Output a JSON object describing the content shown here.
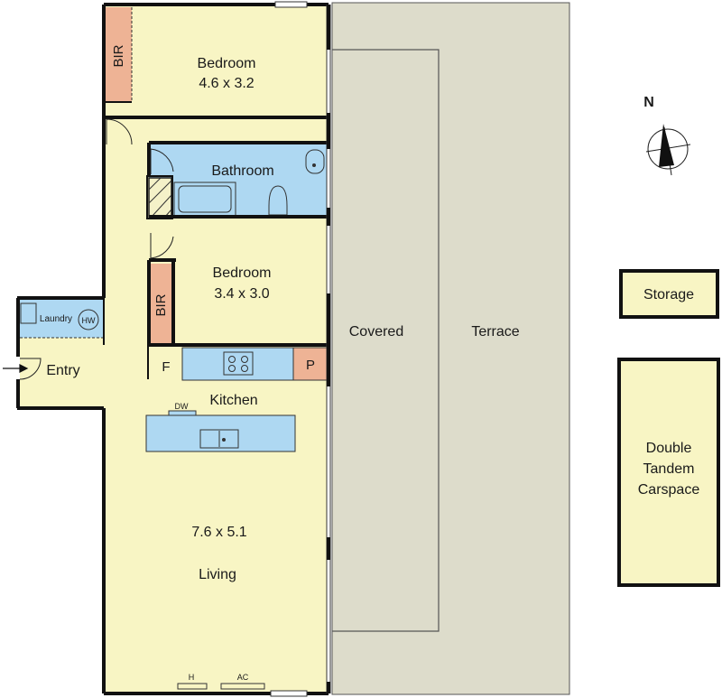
{
  "rooms": {
    "bedroom1": {
      "name": "Bedroom",
      "dims": "4.6 x 3.2"
    },
    "bathroom": {
      "name": "Bathroom"
    },
    "bedroom2": {
      "name": "Bedroom",
      "dims": "3.4 x 3.0"
    },
    "bir": "BIR",
    "laundry": "Laundry",
    "hot_water": "HW",
    "entry": "Entry",
    "fridge": "F",
    "pantry": "P",
    "kitchen": "Kitchen",
    "dishwasher": "DW",
    "living": {
      "name": "Living",
      "dims": "7.6 x 5.1"
    },
    "heater": "H",
    "air_con": "AC"
  },
  "outdoor": {
    "covered": "Covered",
    "terrace": "Terrace",
    "storage": "Storage",
    "carspace": [
      "Double",
      "Tandem",
      "Carspace"
    ]
  },
  "compass": {
    "label": "N"
  },
  "colors": {
    "room_fill": "#f8f5c4",
    "wet_area_fill": "#aed8f2",
    "robe_fill": "#eeb395",
    "terrace_fill": "#dddccb",
    "wall": "#111111"
  }
}
